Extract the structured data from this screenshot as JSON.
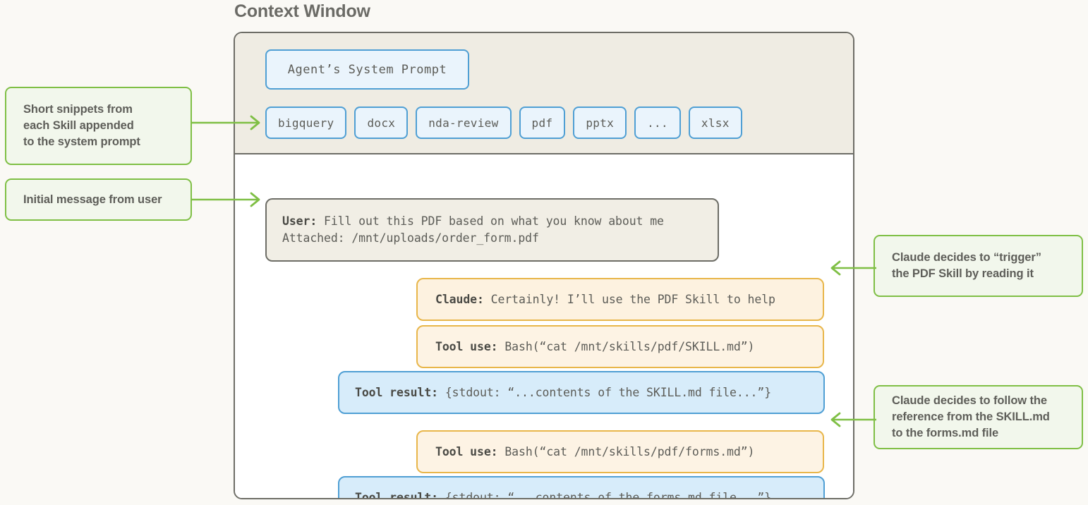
{
  "diagram": {
    "title": "Context Window",
    "accent_green": "#7fbf45",
    "accent_blue": "#4f9fd4",
    "accent_amber": "#e8b64a",
    "accent_gray": "#6d6d66",
    "page_background": "#faf9f5"
  },
  "system_section": {
    "system_prompt_label": "Agent’s System Prompt",
    "skills": [
      {
        "label": "bigquery"
      },
      {
        "label": "docx"
      },
      {
        "label": "nda-review"
      },
      {
        "label": "pdf"
      },
      {
        "label": "pptx"
      },
      {
        "label": "..."
      },
      {
        "label": "xlsx"
      }
    ]
  },
  "conversation": [
    {
      "id": "user-message",
      "role": "User:",
      "body": " Fill out this PDF based on what you know about me\nAttached: /mnt/uploads/order_form.pdf",
      "style": "user"
    },
    {
      "id": "claude-message",
      "role": "Claude:",
      "body": " Certainly! I’ll use the PDF Skill to help",
      "style": "assistant"
    },
    {
      "id": "tool-use-skill-md",
      "role": "Tool use:",
      "body": " Bash(“cat /mnt/skills/pdf/SKILL.md”)",
      "style": "tool-use"
    },
    {
      "id": "tool-result-skill-md",
      "role": "Tool result:",
      "body": " {stdout: “...contents of the SKILL.md file...”}",
      "style": "tool-result"
    },
    {
      "id": "tool-use-forms-md",
      "role": "Tool use:",
      "body": " Bash(“cat /mnt/skills/pdf/forms.md”)",
      "style": "tool-use"
    },
    {
      "id": "tool-result-forms-md",
      "role": "Tool result:",
      "body": " {stdout: “...contents of the forms.md file...”}",
      "style": "tool-result"
    }
  ],
  "callouts": {
    "snippets": "Short snippets from\neach Skill appended\nto the system prompt",
    "initial_message": "Initial message from user",
    "trigger": "Claude decides to “trigger”\nthe PDF Skill by reading it",
    "follow_reference": "Claude decides to follow the\nreference from the SKILL.md\nto the forms.md file"
  }
}
